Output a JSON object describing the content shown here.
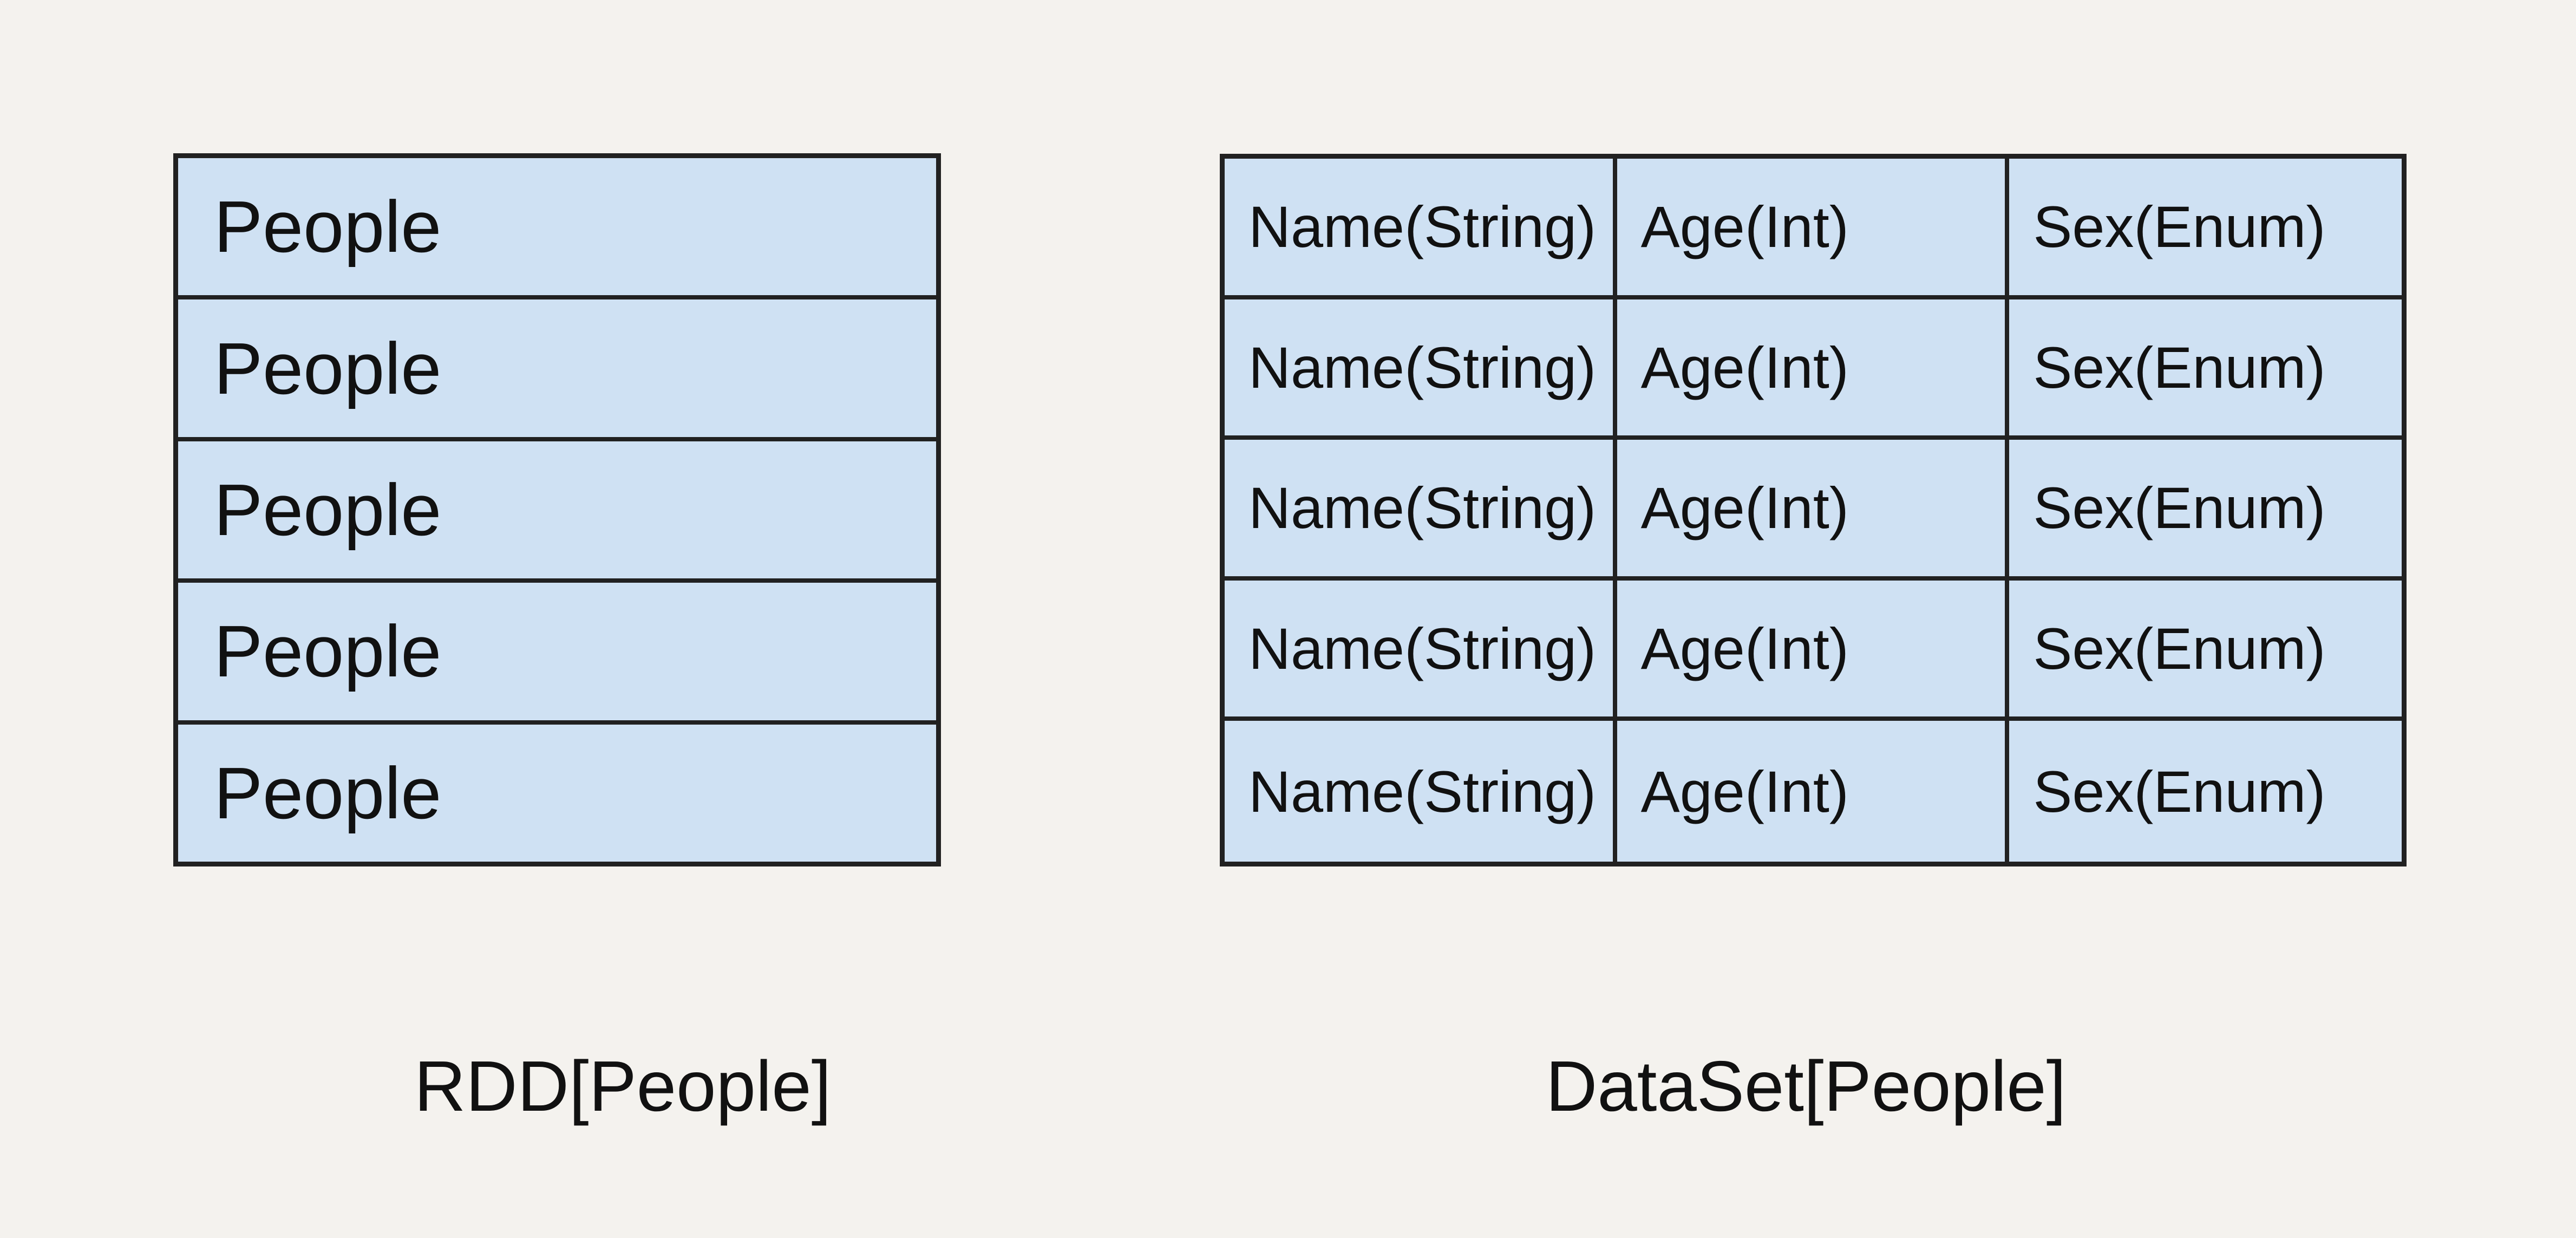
{
  "colors": {
    "background": "#f4f2ee",
    "cell_fill": "#cfe1f3",
    "border": "#212121",
    "text": "#111111"
  },
  "rdd": {
    "label": "RDD[People]",
    "rows": [
      "People",
      "People",
      "People",
      "People",
      "People"
    ]
  },
  "dataset": {
    "label": "DataSet[People]",
    "columns": [
      "Name(String)",
      "Age(Int)",
      "Sex(Enum)"
    ],
    "rows": [
      [
        "Name(String)",
        "Age(Int)",
        "Sex(Enum)"
      ],
      [
        "Name(String)",
        "Age(Int)",
        "Sex(Enum)"
      ],
      [
        "Name(String)",
        "Age(Int)",
        "Sex(Enum)"
      ],
      [
        "Name(String)",
        "Age(Int)",
        "Sex(Enum)"
      ],
      [
        "Name(String)",
        "Age(Int)",
        "Sex(Enum)"
      ]
    ]
  }
}
